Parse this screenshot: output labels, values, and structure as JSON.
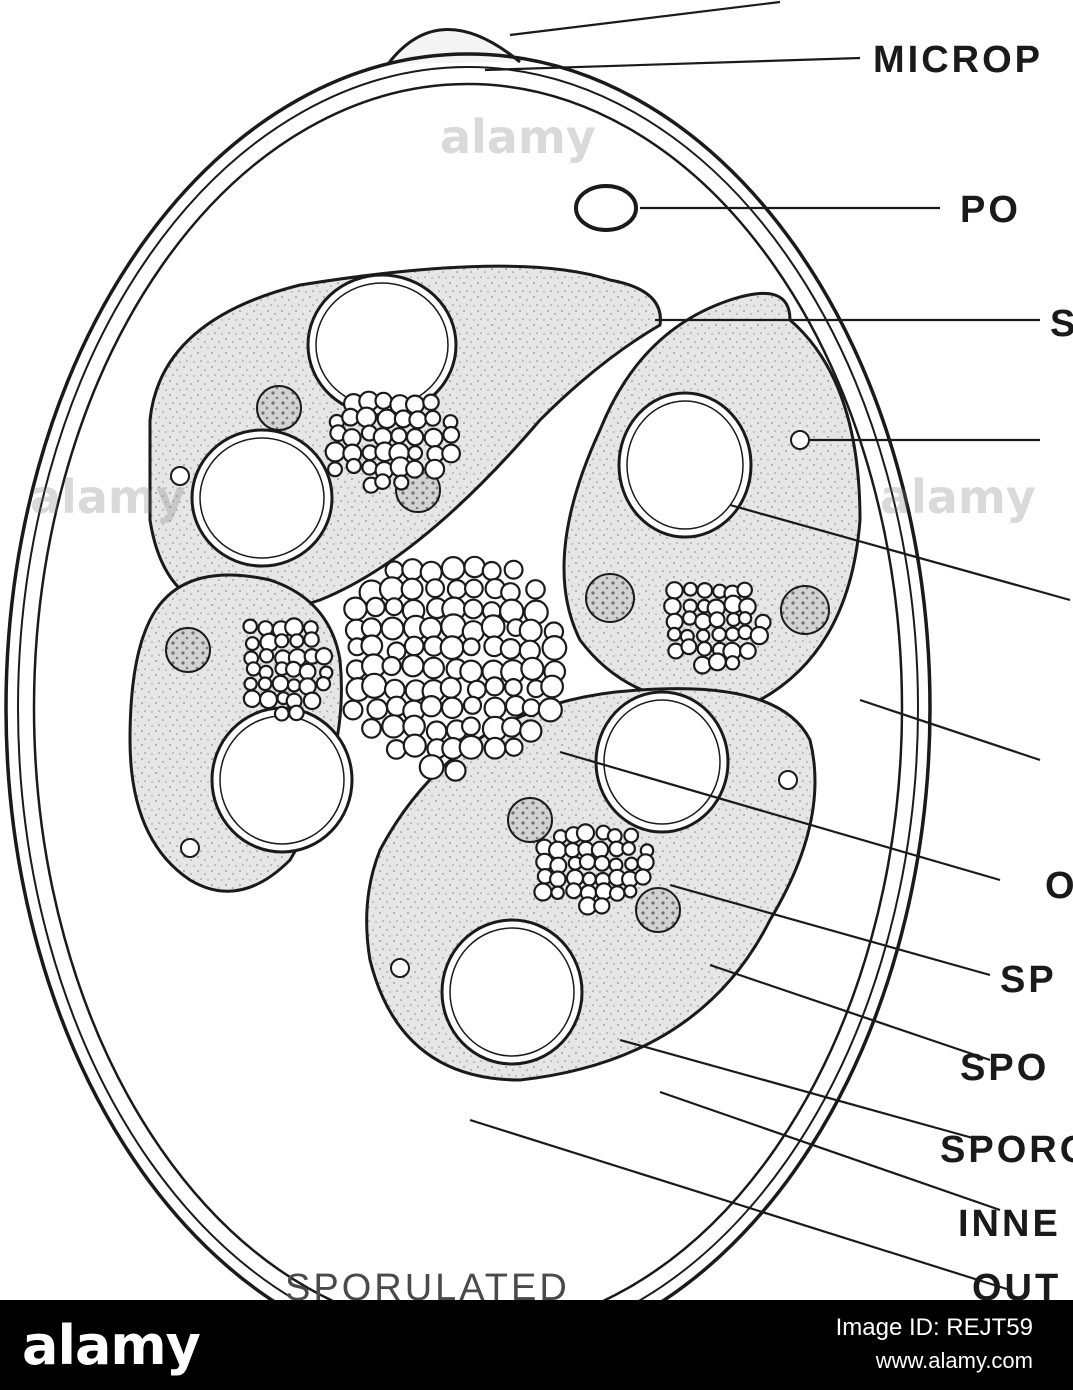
{
  "labels": {
    "top": "",
    "micropyle": "MICROP",
    "polar_granule": "PO",
    "sporocyst": "S",
    "stieda": "",
    "refractile": "",
    "sporocyst_wall": "",
    "oocyst_residuum": "O",
    "sporocyst_residuum": "SP",
    "sporozoite_nucleus": "SPO",
    "sporozoite": "SPOROZ",
    "inner_wall": "INNE",
    "outer_wall": "OUT",
    "caption": "SPORULATED"
  },
  "watermark": {
    "text": "alamy"
  },
  "footer": {
    "brand": "alamy",
    "image_id": "Image ID: REJT59",
    "url": "www.alamy.com"
  },
  "colors": {
    "ink": "#1a1a1a",
    "stipple": "#c9c9c9",
    "footer_bg": "#000000",
    "footer_text": "#ffffff"
  }
}
